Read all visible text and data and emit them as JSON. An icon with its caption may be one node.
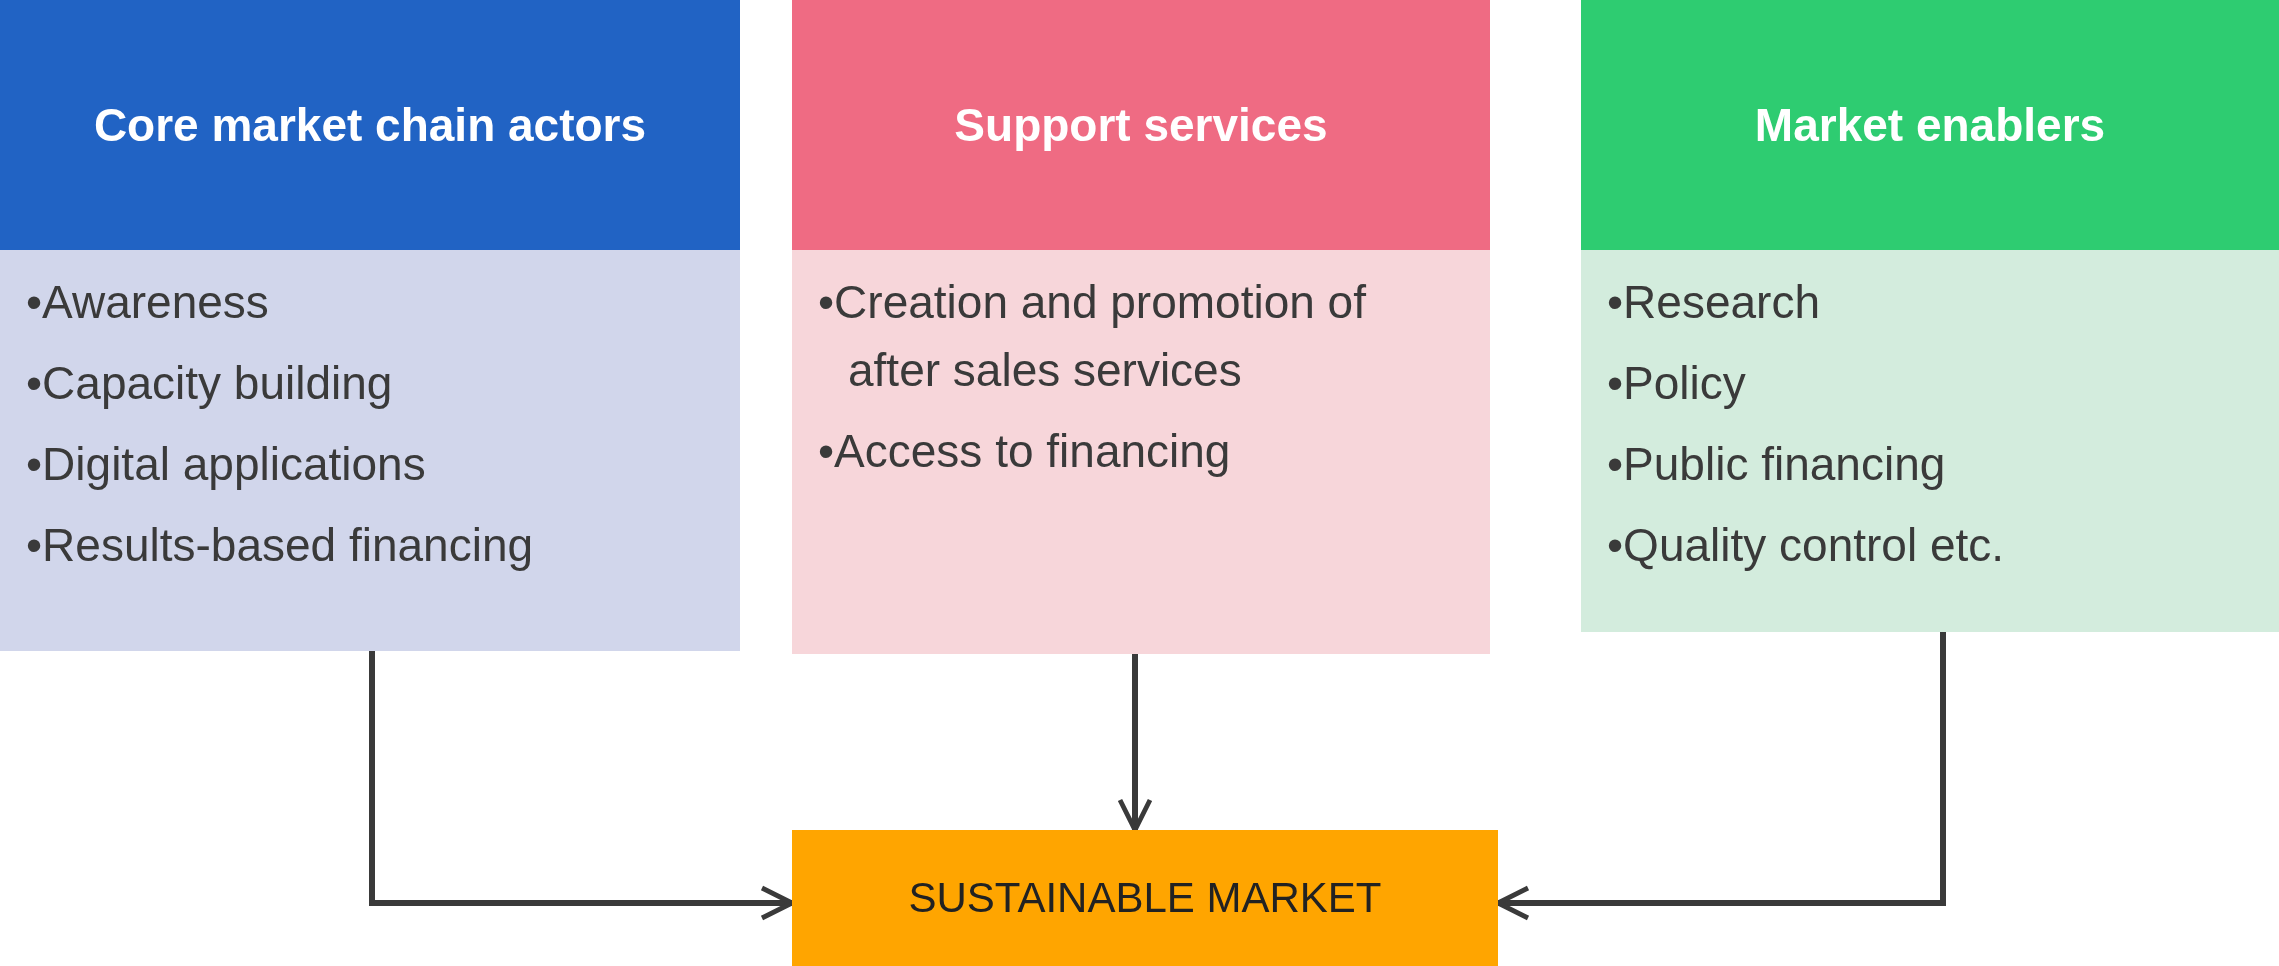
{
  "diagram": {
    "nodes": [
      {
        "text": [
          "Core market chain actors",
          "•Awareness",
          "•Capacity building",
          "•Digital applications",
          "•Results-based financing"
        ]
      },
      {
        "text": [
          "Support services",
          "•Creation and promotion of after sales services",
          "•Access to financing"
        ]
      },
      {
        "text": [
          "Market enablers",
          "•Research",
          "•Policy",
          "•Public financing",
          "•Quality control etc."
        ]
      },
      {
        "text": [
          "SUSTAINABLE MARKET"
        ]
      }
    ],
    "edges": [
      {
        "from": 0,
        "to": 3,
        "arrow": "to"
      },
      {
        "from": 1,
        "to": 3,
        "arrow": "to"
      },
      {
        "from": 2,
        "to": 3,
        "arrow": "to"
      }
    ]
  }
}
